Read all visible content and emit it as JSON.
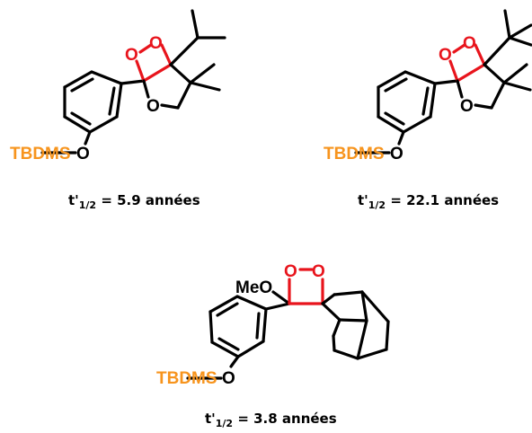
{
  "colors": {
    "bond": "#000000",
    "peroxide": "#e8141c",
    "protecting_group": "#f7941d"
  },
  "atoms": {
    "oxygen": "O",
    "protecting_group": "TBDMS",
    "methoxy_me": "Me"
  },
  "compounds": [
    {
      "label_t": "t'",
      "label_sub": "1/2",
      "label_value": " = 5.9 années"
    },
    {
      "label_t": "t'",
      "label_sub": "1/2",
      "label_value": " = 22.1 années"
    },
    {
      "label_t": "t'",
      "label_sub": "1/2",
      "label_value": " = 3.8 années"
    }
  ]
}
